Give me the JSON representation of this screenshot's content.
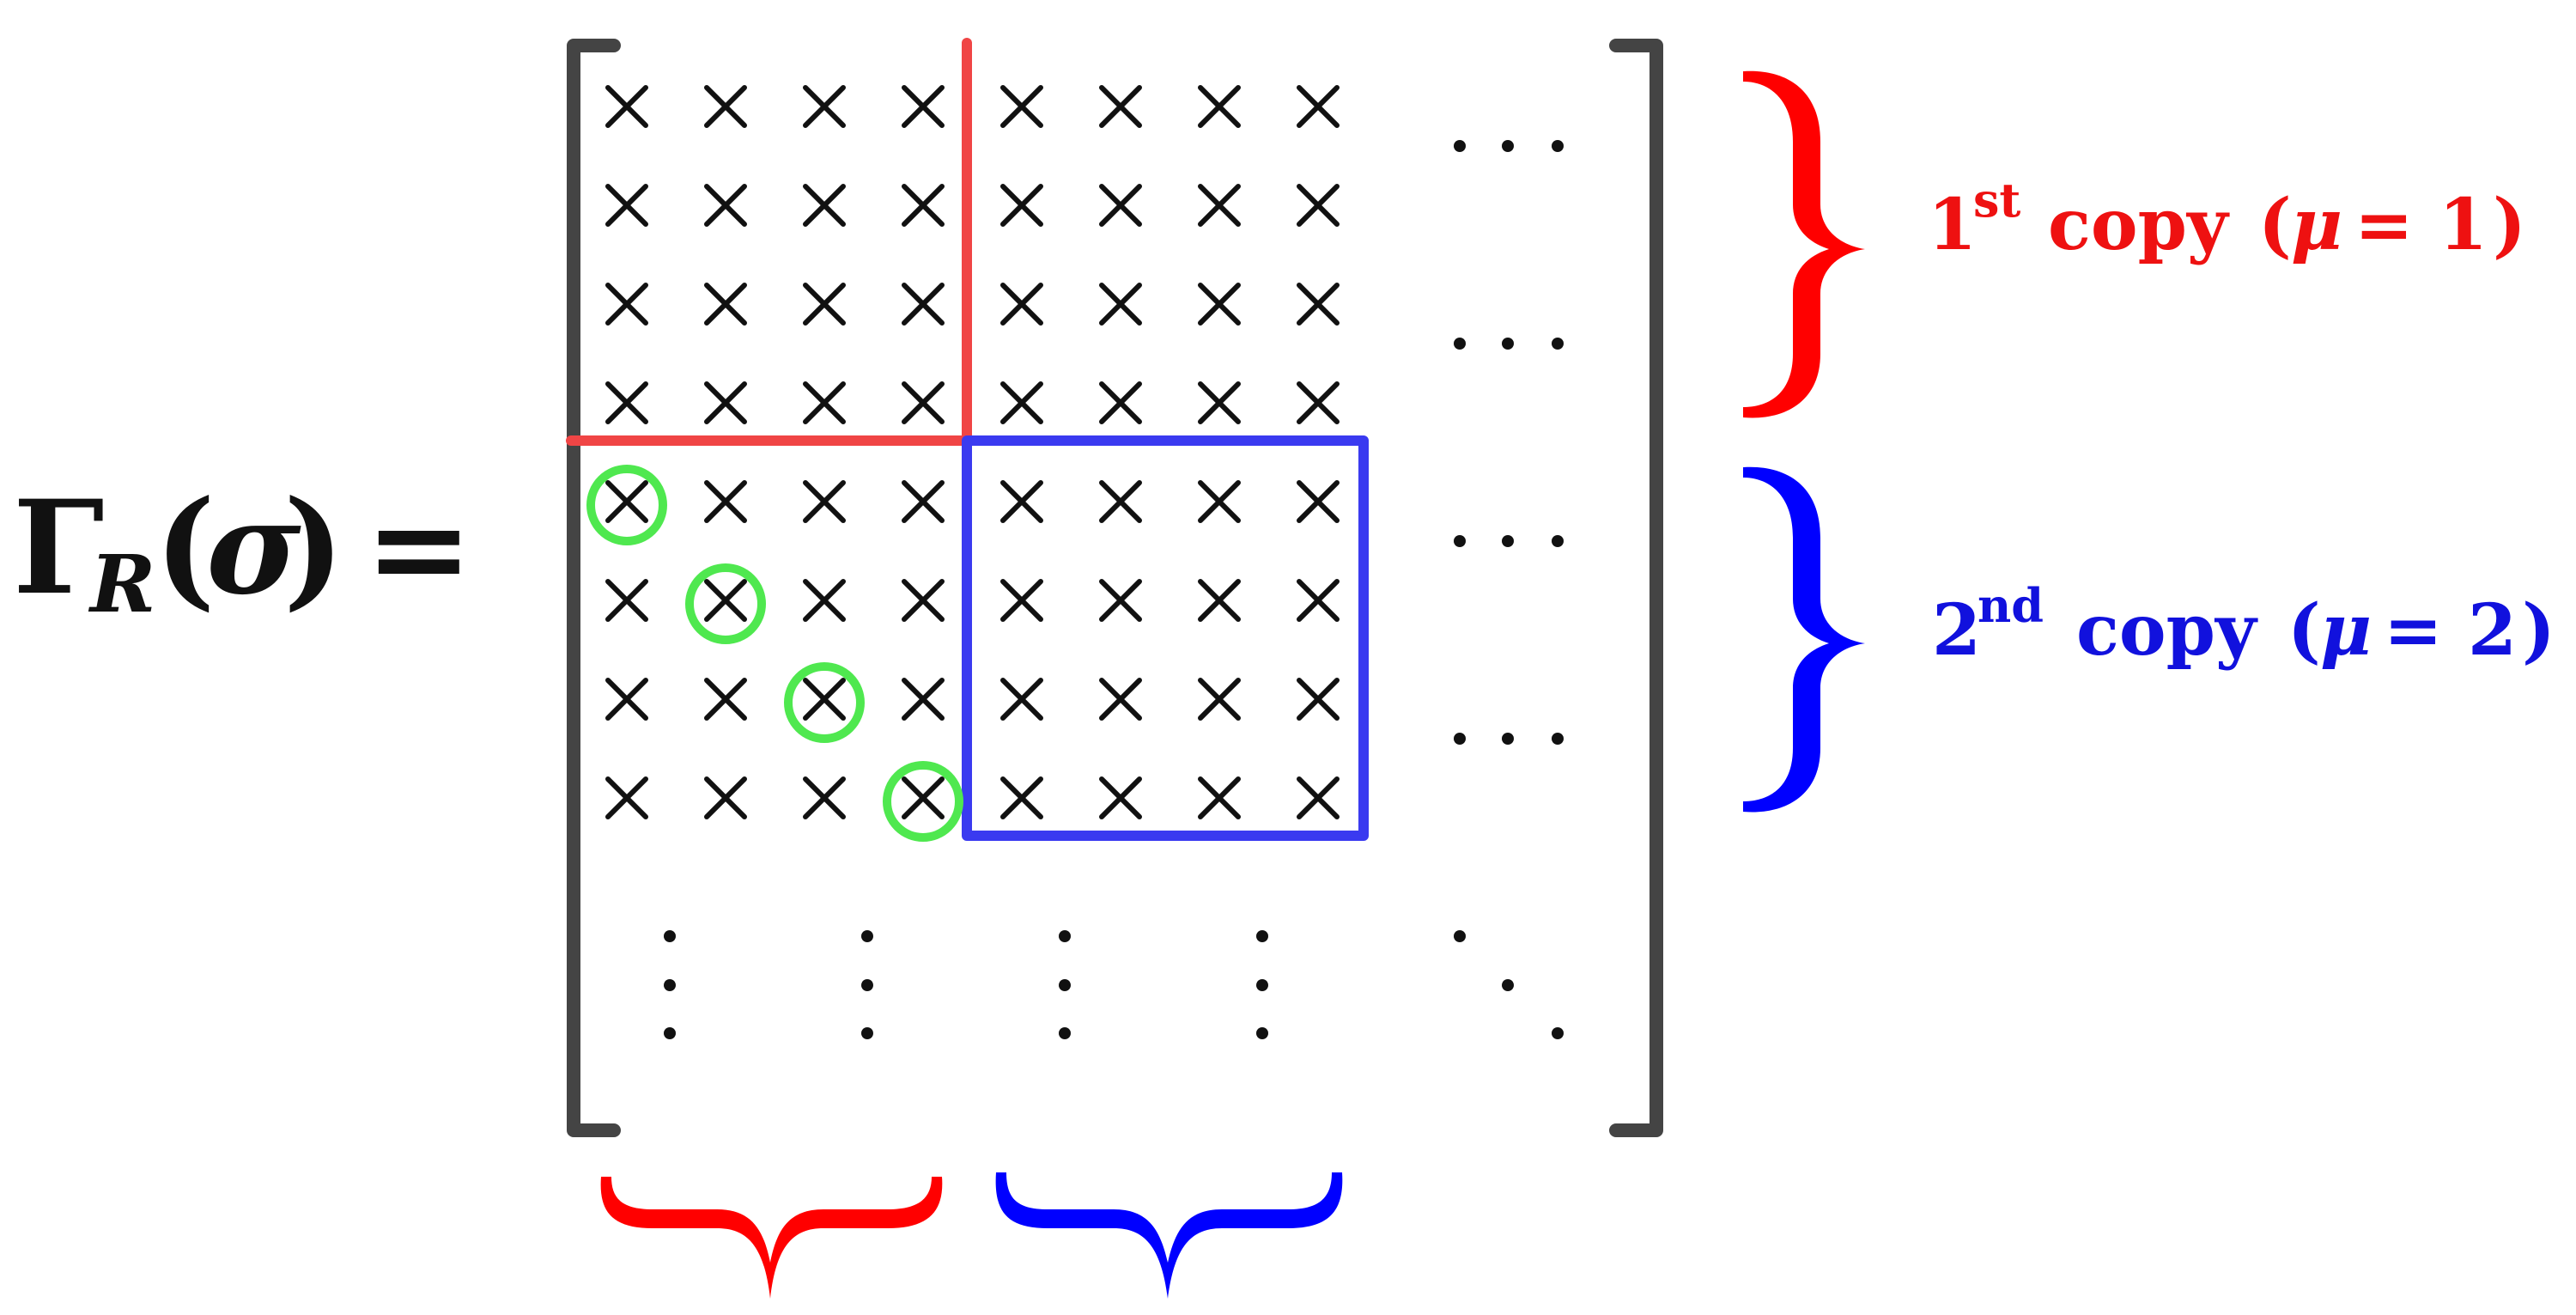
{
  "equation": {
    "gamma": "Γ",
    "subscript": "R",
    "open_paren": "(",
    "sigma": "σ",
    "close_paren": ")",
    "equals": "="
  },
  "matrix": {
    "rows": 8,
    "cols": 8,
    "entry_symbol": "×",
    "block_size": 4,
    "circled_entries": [
      [
        4,
        0
      ],
      [
        5,
        1
      ],
      [
        6,
        2
      ],
      [
        7,
        3
      ]
    ],
    "row_ellipses_at_rows": [
      0,
      2,
      4,
      6
    ]
  },
  "copies": [
    {
      "label_prefix": "1",
      "label_ordinal": "st",
      "label_word": "copy",
      "label_open": "(",
      "label_mu": "μ",
      "label_equals": "=",
      "label_value": "1",
      "label_close": ")",
      "color": "#ee1111"
    },
    {
      "label_prefix": "2",
      "label_ordinal": "nd",
      "label_word": "copy",
      "label_open": "(",
      "label_mu": "μ",
      "label_equals": "=",
      "label_value": "2",
      "label_close": ")",
      "color": "#1111dd"
    }
  ],
  "colors": {
    "bracket": "#444444",
    "red_block": "#f04545",
    "blue_block": "#3a3af0",
    "circle": "#4fe84f",
    "text": "#111111",
    "red_brace": "#ff0000",
    "blue_brace": "#0000ff"
  }
}
